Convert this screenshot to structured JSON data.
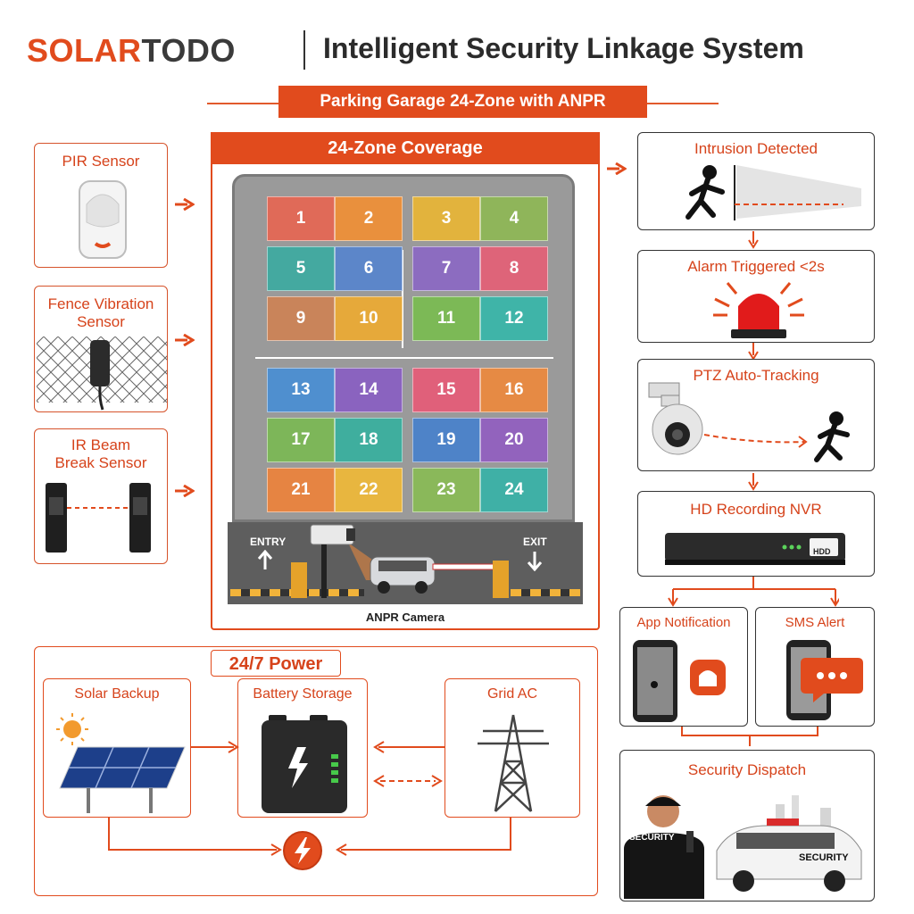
{
  "brand": {
    "part1": "SOLAR",
    "part2": "TODO"
  },
  "title": "Intelligent Security Linkage System",
  "subtitle": "Parking Garage 24-Zone with ANPR",
  "sensors": [
    {
      "label": "PIR Sensor"
    },
    {
      "label": "Fence Vibration Sensor"
    },
    {
      "label": "IR Beam Break Sensor"
    }
  ],
  "zone_map": {
    "title": "24-Zone Coverage",
    "zones": [
      "1",
      "2",
      "3",
      "4",
      "5",
      "6",
      "7",
      "8",
      "9",
      "10",
      "11",
      "12",
      "13",
      "14",
      "15",
      "16",
      "17",
      "18",
      "19",
      "20",
      "21",
      "22",
      "23",
      "24"
    ],
    "entry_label": "ENTRY",
    "exit_label": "EXIT",
    "camera_label": "ANPR Camera"
  },
  "flow": [
    {
      "label": "Intrusion Detected"
    },
    {
      "label": "Alarm Triggered <2s"
    },
    {
      "label": "PTZ Auto-Tracking"
    },
    {
      "label": "HD Recording NVR"
    }
  ],
  "nvr_badge": "HDD",
  "notifications": [
    {
      "label": "App Notification"
    },
    {
      "label": "SMS Alert"
    }
  ],
  "dispatch": {
    "label": "Security Dispatch",
    "guard_badge": "SECURITY",
    "car_badge": "SECURITY"
  },
  "power": {
    "title": "24/7 Power",
    "sources": [
      {
        "label": "Solar Backup"
      },
      {
        "label": "Battery Storage"
      },
      {
        "label": "Grid AC"
      }
    ]
  },
  "colors": {
    "accent": "#e14b1d",
    "zone_colors": [
      "#e06a58",
      "#e9903d",
      "#e2b33d",
      "#8fb55a",
      "#44a9a0",
      "#5c86c9",
      "#8c6cc0",
      "#de6479",
      "#c9845a",
      "#e6a93a",
      "#7cb956",
      "#3fb4a8",
      "#4f8fcf",
      "#8a63bf",
      "#e0607a",
      "#e68a44",
      "#7db659",
      "#3fae9e",
      "#4e83c8",
      "#9263bd",
      "#e68442",
      "#e8b63f",
      "#8ab85a",
      "#3fb0a6"
    ]
  }
}
